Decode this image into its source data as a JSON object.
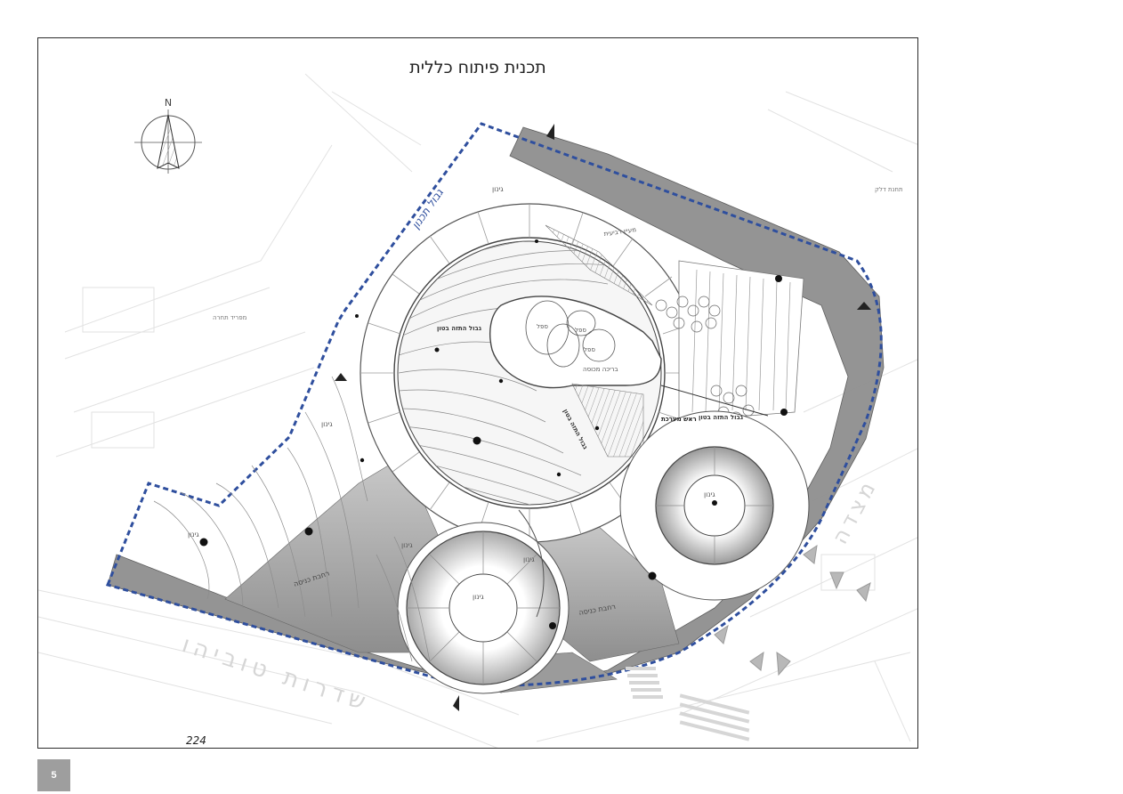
{
  "document": {
    "title": "תכנית פיתוח כללית",
    "page_number": "5",
    "scale_number": "224"
  },
  "compass": {
    "north_letter": "N"
  },
  "labels": {
    "plan_boundary": "גבול תכנון",
    "garden_1": "גינון",
    "garden_2": "גינון",
    "garden_3": "גינון",
    "garden_4": "גינון",
    "garden_5": "גינון",
    "garden_6": "גינון",
    "garden_7": "גינון",
    "pool_1": "ספל",
    "pool_2": "ספל",
    "pool_3": "ספל",
    "pool_path": "בריכה מכוסה",
    "concrete_cut_1": "גבול התזה בטון",
    "concrete_cut_2": "גבול התזה בטון",
    "concrete_cut_3": "גבול התזה בטון",
    "entrance_plaza_1": "רחבת כניסה",
    "entrance_plaza_2": "רחבת כניסה",
    "main_head": "ראש מערכת",
    "street_south": "שדרות טוביהו",
    "street_east": "מצדה",
    "east_note": "תחנת דלק",
    "west_note": "מפריד תחרה",
    "ring_note": "מעיין רביעית"
  }
}
